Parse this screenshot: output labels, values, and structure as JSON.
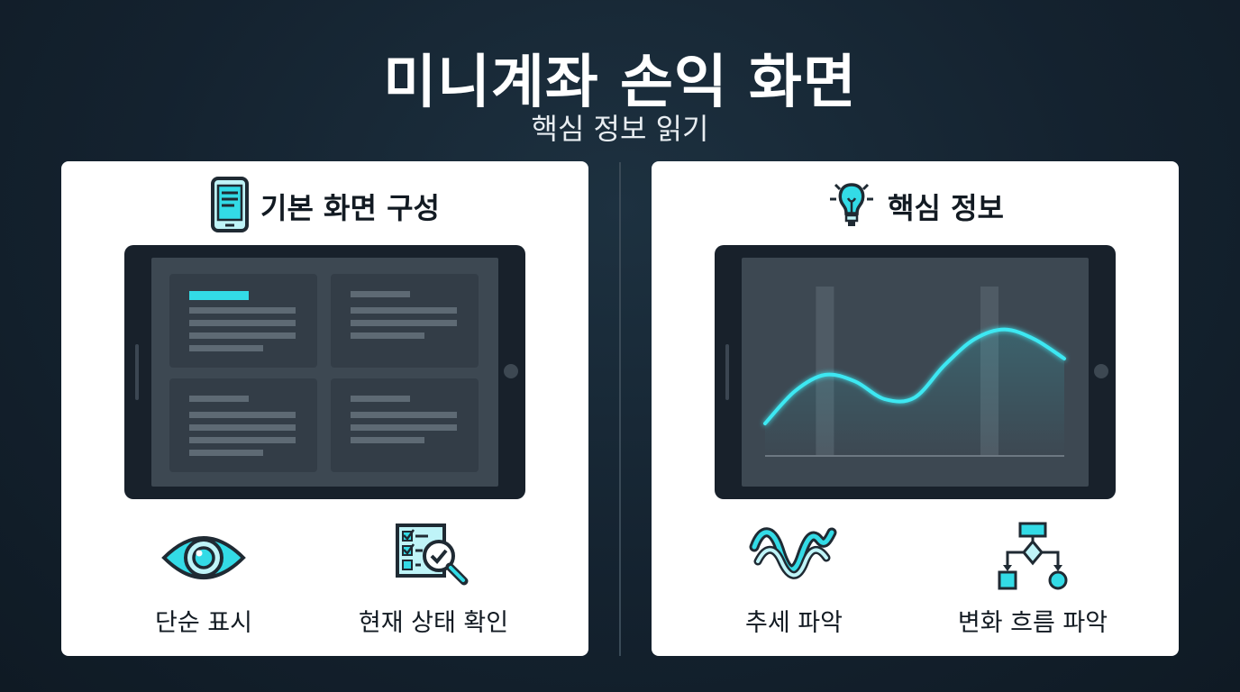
{
  "title": "미니계좌 손익 화면",
  "subtitle": "핵심 정보 읽기",
  "colors": {
    "accent": "#33dbe6",
    "icon_dark": "#1f2a33",
    "panel": "#ffffff"
  },
  "left_panel": {
    "title": "기본 화면 구성",
    "icon": "tablet-icon",
    "features": [
      {
        "label": "단순 표시",
        "icon": "eye-icon"
      },
      {
        "label": "현재 상태 확인",
        "icon": "checklist-magnifier-icon"
      }
    ]
  },
  "right_panel": {
    "title": "핵심 정보",
    "icon": "lightbulb-icon",
    "features": [
      {
        "label": "추세 파악",
        "icon": "wave-icon"
      },
      {
        "label": "변화 흐름 파악",
        "icon": "flowchart-icon"
      }
    ]
  },
  "chart_data": {
    "type": "line",
    "x": [
      0,
      1,
      2,
      3,
      4,
      5,
      6,
      7,
      8,
      9,
      10
    ],
    "series": [
      {
        "values": [
          2.0,
          4.0,
          5.0,
          4.6,
          3.5,
          3.6,
          5.6,
          7.2,
          7.8,
          7.2,
          6.0
        ]
      }
    ],
    "highlight_x": [
      2,
      7.5
    ],
    "title": "",
    "xlabel": "",
    "ylabel": "",
    "xlim": [
      0,
      10
    ],
    "ylim": [
      0,
      10
    ],
    "grid": false
  }
}
